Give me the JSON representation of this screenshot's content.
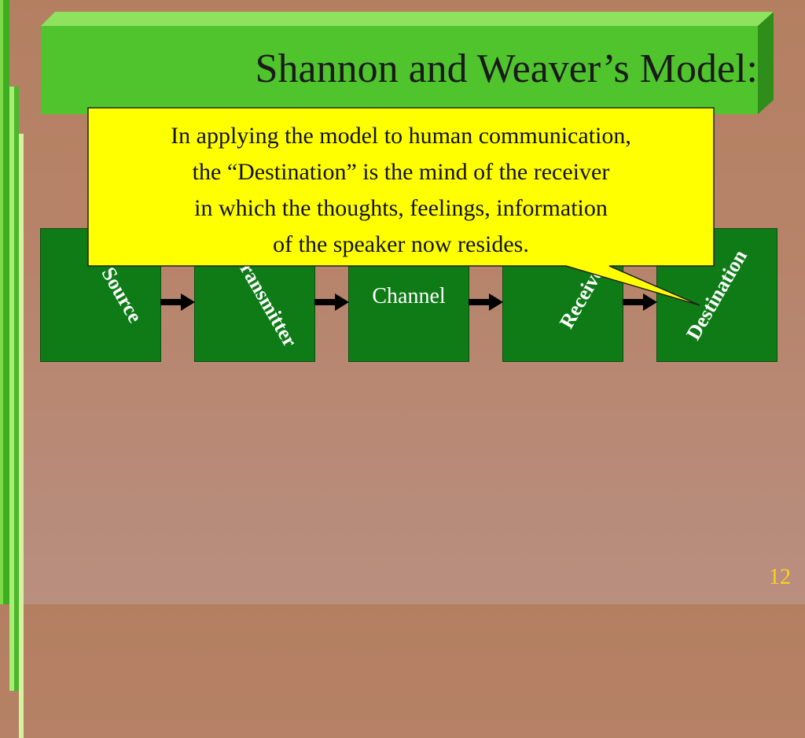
{
  "slide": {
    "title": "Shannon and Weaver’s Model:",
    "page_number": "12"
  },
  "diagram": {
    "nodes": [
      {
        "id": "source",
        "label": "Source"
      },
      {
        "id": "transmitter",
        "label": "Transmitter"
      },
      {
        "id": "channel",
        "label": "Channel"
      },
      {
        "id": "receiver",
        "label": "Receiver"
      },
      {
        "id": "destination",
        "label": "Destination"
      }
    ],
    "edges": [
      {
        "from": "source",
        "to": "transmitter"
      },
      {
        "from": "transmitter",
        "to": "channel"
      },
      {
        "from": "channel",
        "to": "receiver"
      },
      {
        "from": "receiver",
        "to": "destination"
      }
    ]
  },
  "callout": {
    "lines": [
      "In applying the model to human communication,",
      "the “Destination” is the mind of the receiver",
      "in which the thoughts, feelings, information",
      "of the speaker now resides."
    ],
    "points_to": "destination"
  },
  "colors": {
    "background": "#b7846b",
    "title_bar": "#4fc42d",
    "box_fill": "#0f7b16",
    "callout_fill": "#ffff00",
    "page_number": "#ffd21a"
  }
}
